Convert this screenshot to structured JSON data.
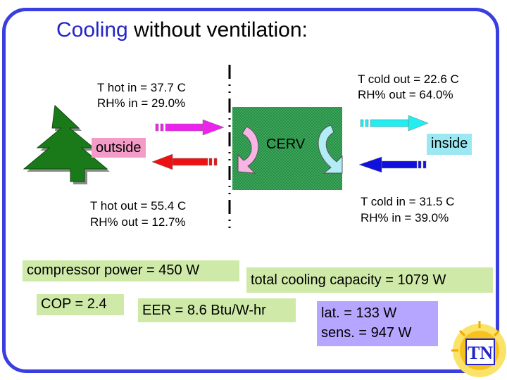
{
  "title": {
    "accent": "Cooling",
    "rest": " without ventilation:"
  },
  "labels": {
    "outside": "outside",
    "inside": "inside",
    "cerv": "CERV",
    "t_hot_in": "T hot in = 37.7 C",
    "rh_in_hot": "RH% in = 29.0%",
    "t_cold_out": "T cold out = 22.6 C",
    "rh_out_cold": "RH% out = 64.0%",
    "t_hot_out": "T hot out = 55.4 C",
    "rh_out_hot": "RH% out = 12.7%",
    "t_cold_in": "T cold in = 31.5 C",
    "rh_in_cold": "RH% in = 39.0%",
    "compressor_power": "compressor power = 450 W",
    "cop": "COP = 2.4",
    "eer": "EER = 8.6 Btu/W-hr",
    "total_capacity": "total cooling capacity = 1079 W",
    "lat": "lat. = 133 W",
    "sens": "sens. = 947 W"
  },
  "logo": {
    "text": "TN"
  },
  "colors": {
    "frame": "#3a3ee0",
    "title_accent": "#2424c8",
    "hot_in_arrow": "#ee22ee",
    "hot_out_arrow": "#ee1111",
    "cold_out_arrow": "#22eef0",
    "cold_in_arrow": "#1111dd",
    "tree": "#1a7a1a",
    "outside_box": "#f49cc8",
    "inside_box": "#9be8f2",
    "cerv_box": "#3aa85a",
    "stat_box": "#cfeaa8",
    "latent_box": "#b7a6ff"
  }
}
